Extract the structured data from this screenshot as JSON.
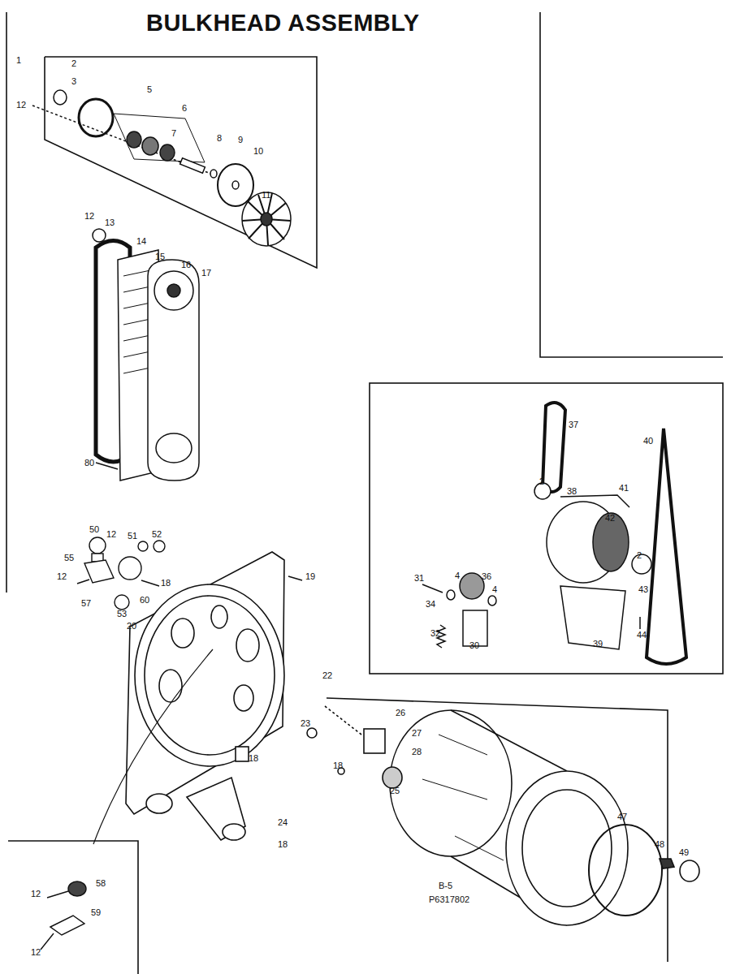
{
  "diagram": {
    "title": "BULKHEAD ASSEMBLY",
    "labels": [
      "1",
      "2",
      "3",
      "12",
      "5",
      "6",
      "7",
      "8",
      "9",
      "10",
      "11",
      "12",
      "13",
      "14",
      "15",
      "16",
      "17",
      "80",
      "50",
      "12",
      "51",
      "52",
      "55",
      "12",
      "18",
      "57",
      "53",
      "60",
      "19",
      "20",
      "22",
      "26",
      "27",
      "28",
      "23",
      "18",
      "18",
      "25",
      "24",
      "18",
      "47",
      "48",
      "49",
      "12",
      "58",
      "59",
      "12",
      "37",
      "2",
      "38",
      "41",
      "40",
      "42",
      "31",
      "4",
      "36",
      "4",
      "34",
      "2",
      "43",
      "44",
      "39",
      "32",
      "30",
      "B-5",
      "P6317802"
    ]
  }
}
